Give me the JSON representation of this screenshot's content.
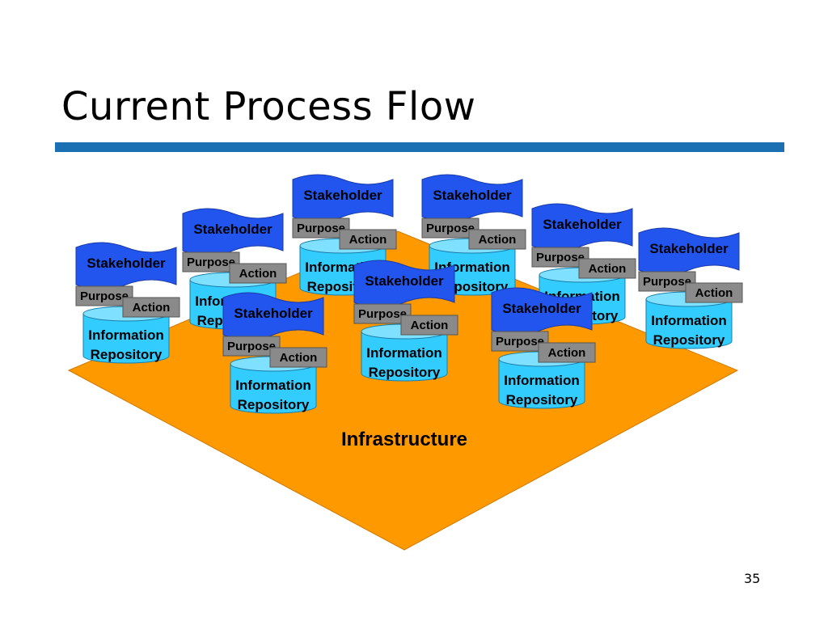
{
  "slide": {
    "title": "Current Process Flow",
    "page_number": "35"
  },
  "colors": {
    "title_rule": "#1b6fb3",
    "platform": "#ff9900",
    "cylinder": "#33ccff",
    "flag": "#2255ee",
    "tag": "#8a8a8a"
  },
  "diagram": {
    "platform_label": "Infrastructure",
    "nodes": [
      {
        "stakeholder": "Stakeholder",
        "purpose": "Purpose",
        "action": "Action",
        "repository": [
          "Information",
          "Repository"
        ]
      },
      {
        "stakeholder": "Stakeholder",
        "purpose": "Purpose",
        "action": "Action",
        "repository": [
          "Information",
          "Repository"
        ]
      },
      {
        "stakeholder": "Stakeholder",
        "purpose": "Purpose",
        "action": "Action",
        "repository": [
          "Information",
          "Repository"
        ]
      },
      {
        "stakeholder": "Stakeholder",
        "purpose": "Purpose",
        "action": "Action",
        "repository": [
          "Information",
          "Repository"
        ]
      },
      {
        "stakeholder": "Stakeholder",
        "purpose": "Purpose",
        "action": "Action",
        "repository": [
          "Information",
          "Repository"
        ]
      },
      {
        "stakeholder": "Stakeholder",
        "purpose": "Purpose",
        "action": "Action",
        "repository": [
          "Information",
          "Repository"
        ]
      },
      {
        "stakeholder": "Stakeholder",
        "purpose": "Purpose",
        "action": "Action",
        "repository": [
          "Information",
          "Repository"
        ]
      },
      {
        "stakeholder": "Stakeholder",
        "purpose": "Purpose",
        "action": "Action",
        "repository": [
          "Information",
          "Repository"
        ]
      },
      {
        "stakeholder": "Stakeholder",
        "purpose": "Purpose",
        "action": "Action",
        "repository": [
          "Information",
          "Repository"
        ]
      }
    ]
  }
}
